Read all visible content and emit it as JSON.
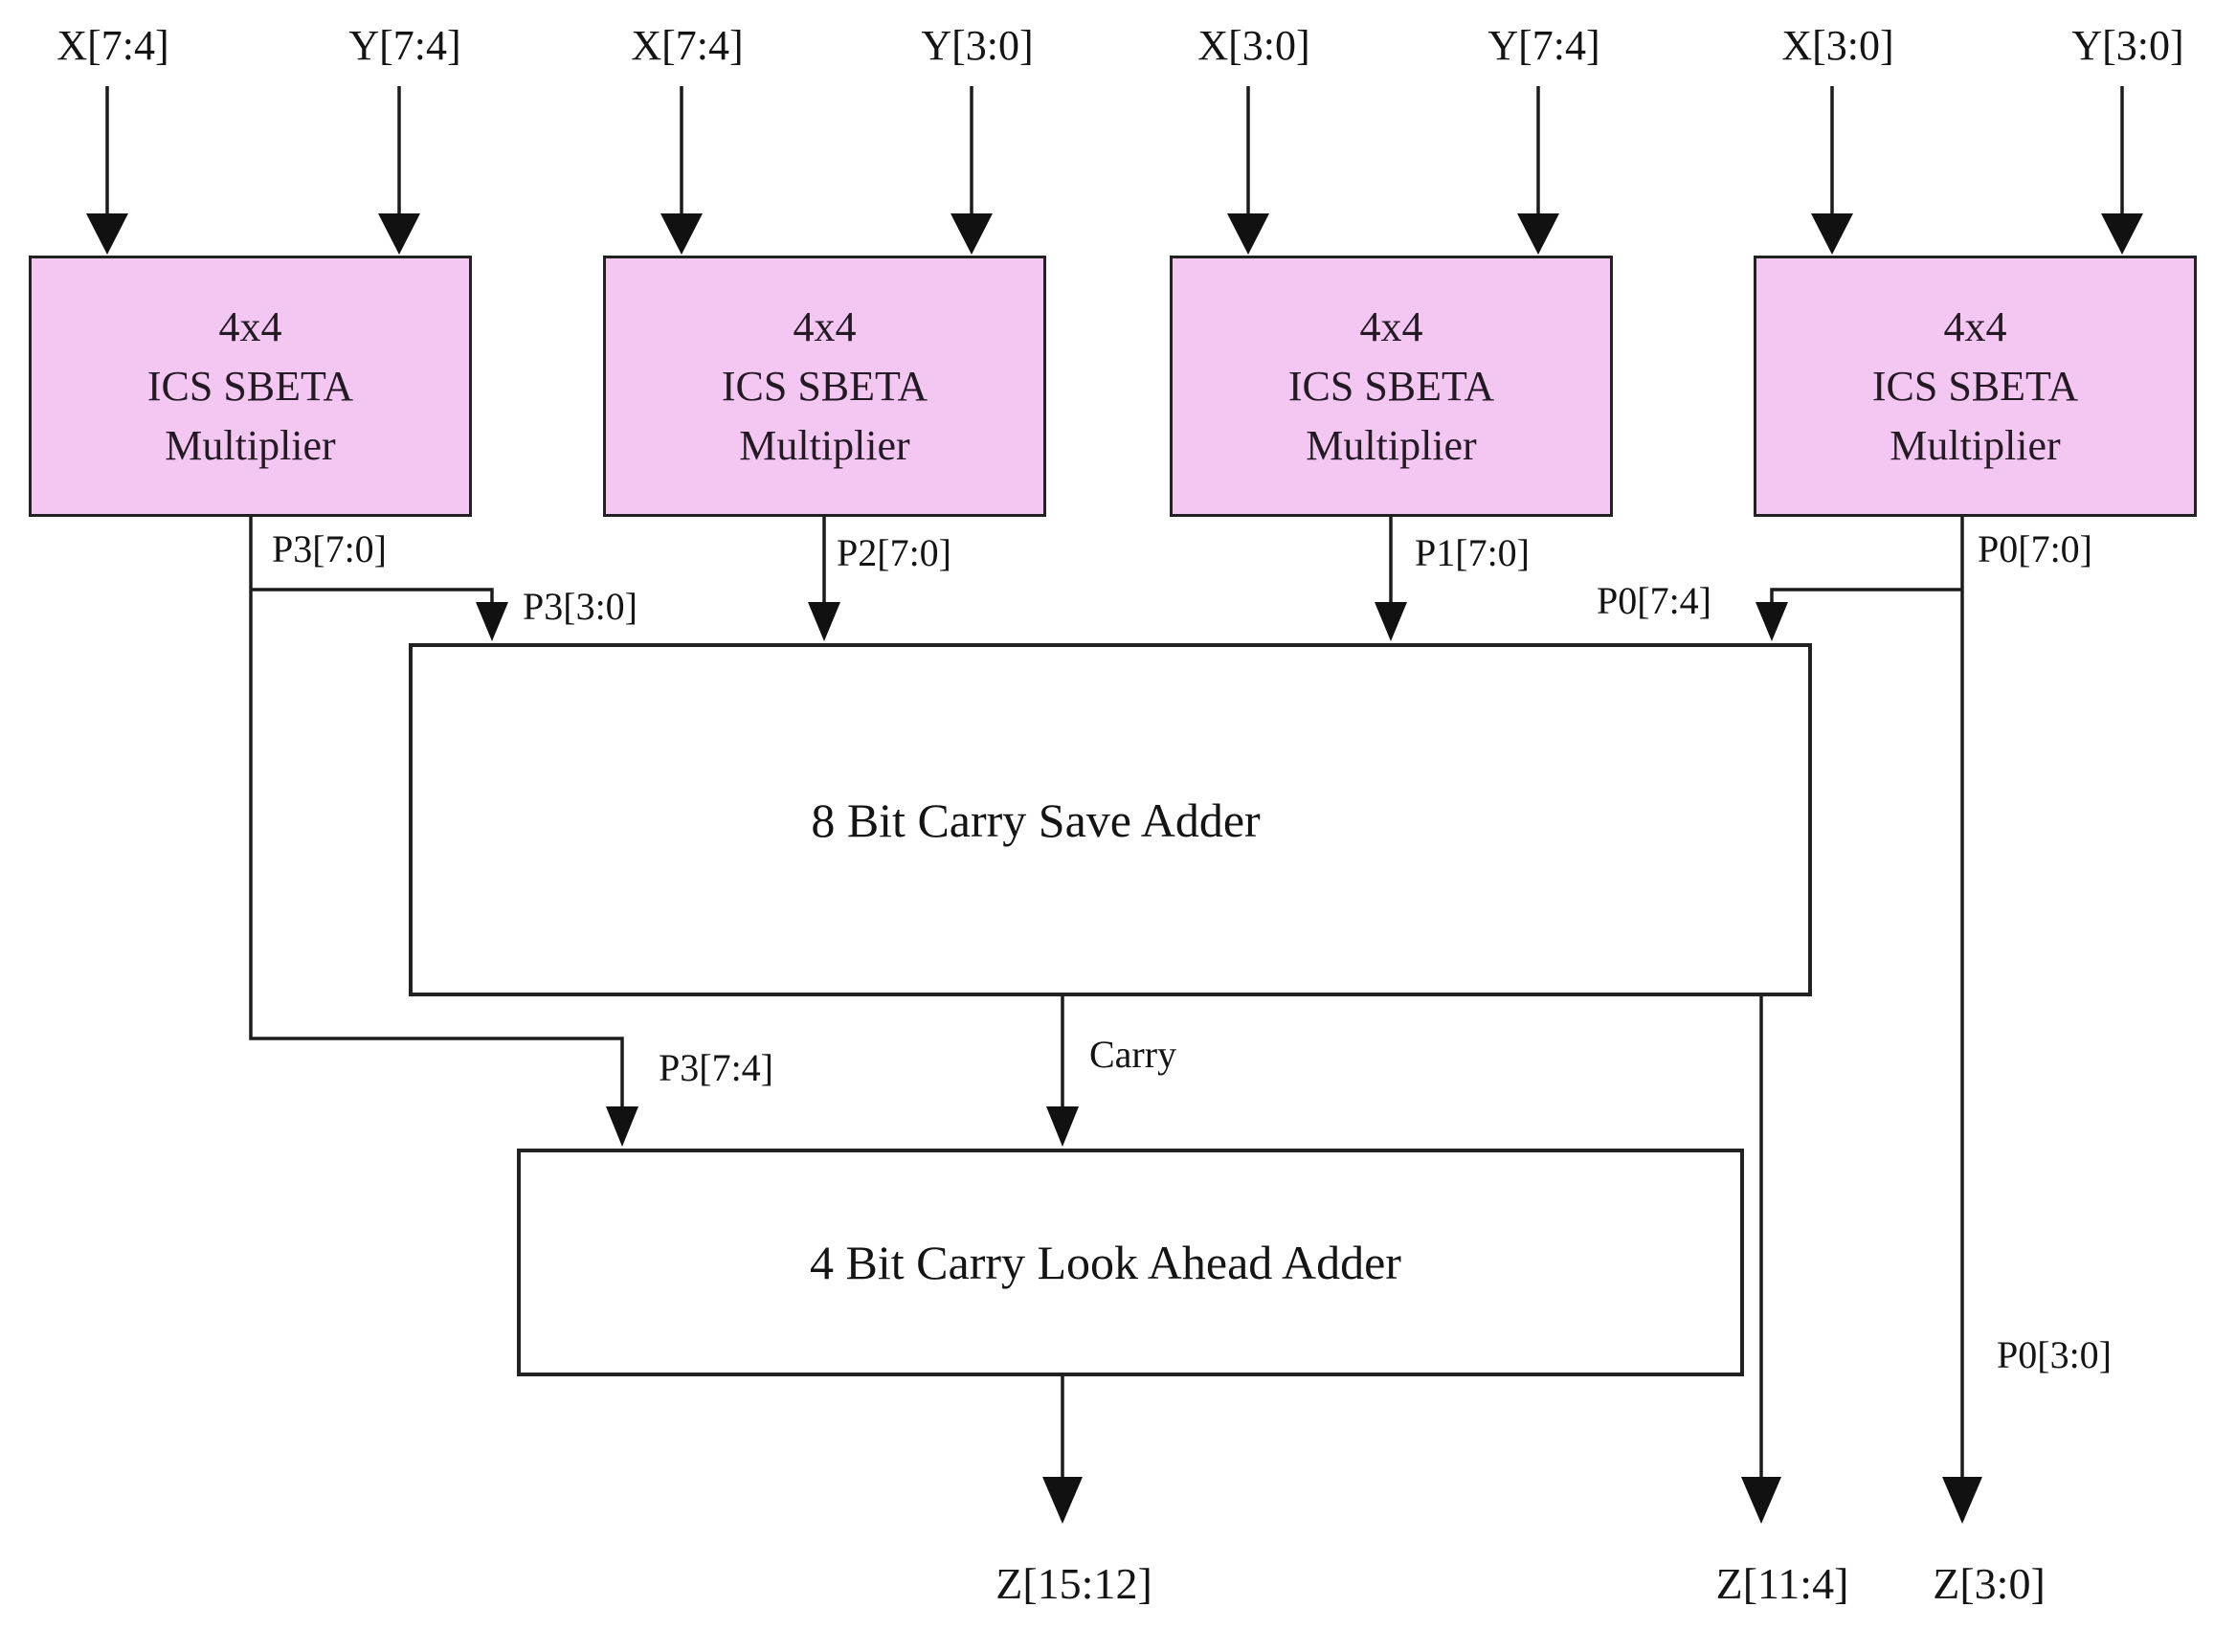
{
  "diagram": {
    "background": "#FFFFFF",
    "multiplier_fill": "#F3C7F2",
    "line_color": "#1C1C1C",
    "text_color": "#141414"
  },
  "inputs": [
    {
      "label": "X[7:4]"
    },
    {
      "label": "Y[7:4]"
    },
    {
      "label": "X[7:4]"
    },
    {
      "label": "Y[3:0]"
    },
    {
      "label": "X[3:0]"
    },
    {
      "label": "Y[7:4]"
    },
    {
      "label": "X[3:0]"
    },
    {
      "label": "Y[3:0]"
    }
  ],
  "multipliers": [
    {
      "lines": [
        "4x4",
        "ICS SBETA",
        "Multiplier"
      ]
    },
    {
      "lines": [
        "4x4",
        "ICS SBETA",
        "Multiplier"
      ]
    },
    {
      "lines": [
        "4x4",
        "ICS SBETA",
        "Multiplier"
      ]
    },
    {
      "lines": [
        "4x4",
        "ICS SBETA",
        "Multiplier"
      ]
    }
  ],
  "adders": {
    "csa": {
      "title": "8 Bit Carry Save Adder"
    },
    "cla": {
      "title": "4 Bit Carry Look Ahead Adder"
    }
  },
  "wires": {
    "p3_bus": "P3[7:0]",
    "p2_bus": "P2[7:0]",
    "p1_bus": "P1[7:0]",
    "p0_bus": "P0[7:0]",
    "p3_low": "P3[3:0]",
    "p0_high": "P0[7:4]",
    "p3_high": "P3[7:4]",
    "carry": "Carry",
    "p0_low": "P0[3:0]"
  },
  "outputs": {
    "z_high": "Z[15:12]",
    "z_mid": "Z[11:4]",
    "z_low": "Z[3:0]"
  }
}
